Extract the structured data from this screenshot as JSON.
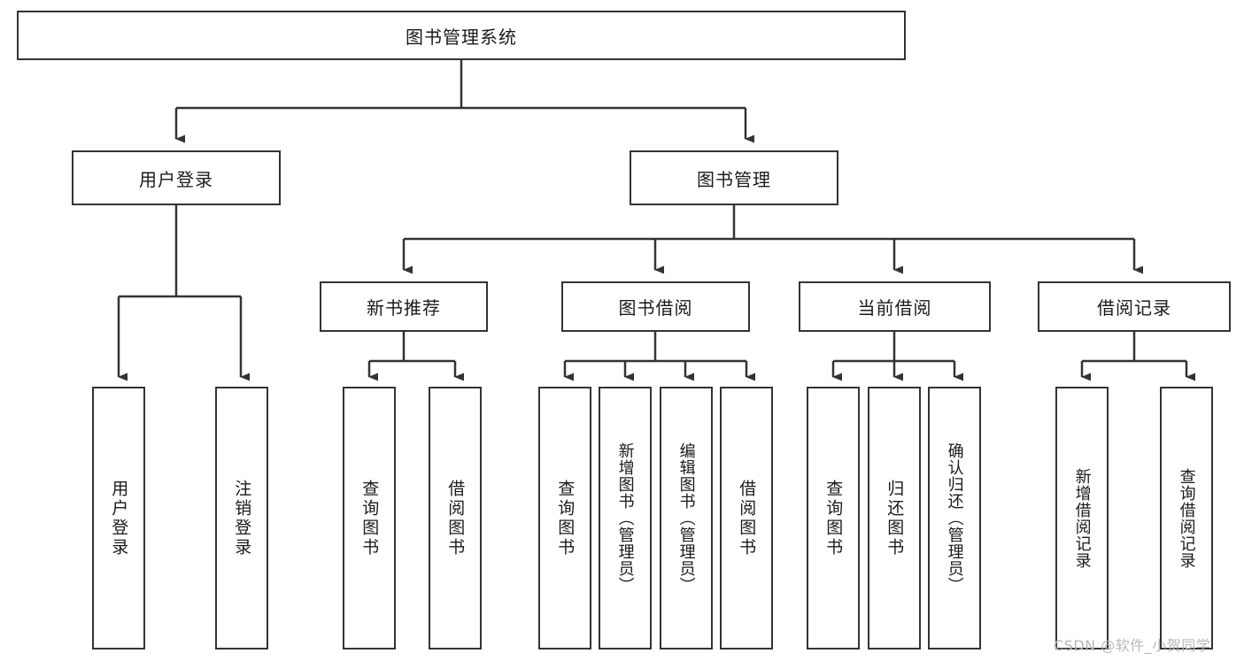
{
  "diagram": {
    "title": "图书管理系统",
    "type": "tree-hierarchy",
    "watermark": "CSDN @软件_小贺同学",
    "colors": {
      "box_border": "#333333",
      "box_fill": "#ffffff",
      "connector": "#333333",
      "text": "#1a1a1a",
      "watermark": "#b8b8b8"
    }
  },
  "nodes": {
    "root": {
      "label": "图书管理系统"
    },
    "level2": [
      {
        "id": "user-login",
        "label": "用户登录"
      },
      {
        "id": "book-management",
        "label": "图书管理"
      }
    ],
    "level3": [
      {
        "id": "new-book-recommend",
        "label": "新书推荐"
      },
      {
        "id": "book-borrow",
        "label": "图书借阅"
      },
      {
        "id": "current-borrow",
        "label": "当前借阅"
      },
      {
        "id": "borrow-record",
        "label": "借阅记录"
      }
    ],
    "leaves": {
      "user_login": [
        {
          "id": "leaf-user-login",
          "label": "用户登录"
        },
        {
          "id": "leaf-logout-login",
          "label": "注销登录"
        }
      ],
      "new_book_recommend": [
        {
          "id": "leaf-query-book-1",
          "label": "查询图书"
        },
        {
          "id": "leaf-borrow-book-1",
          "label": "借阅图书"
        }
      ],
      "book_borrow": [
        {
          "id": "leaf-query-book-2",
          "label": "查询图书"
        },
        {
          "id": "leaf-add-book-admin",
          "label": "新增图书（管理员）"
        },
        {
          "id": "leaf-edit-book-admin",
          "label": "编辑图书（管理员）"
        },
        {
          "id": "leaf-borrow-book-2",
          "label": "借阅图书"
        }
      ],
      "current_borrow": [
        {
          "id": "leaf-query-book-3",
          "label": "查询图书"
        },
        {
          "id": "leaf-return-book",
          "label": "归还图书"
        },
        {
          "id": "leaf-confirm-return-admin",
          "label": "确认归还（管理员）"
        }
      ],
      "borrow_record": [
        {
          "id": "leaf-add-borrow-record",
          "label": "新增借阅记录"
        },
        {
          "id": "leaf-query-borrow-record",
          "label": "查询借阅记录"
        }
      ]
    }
  }
}
